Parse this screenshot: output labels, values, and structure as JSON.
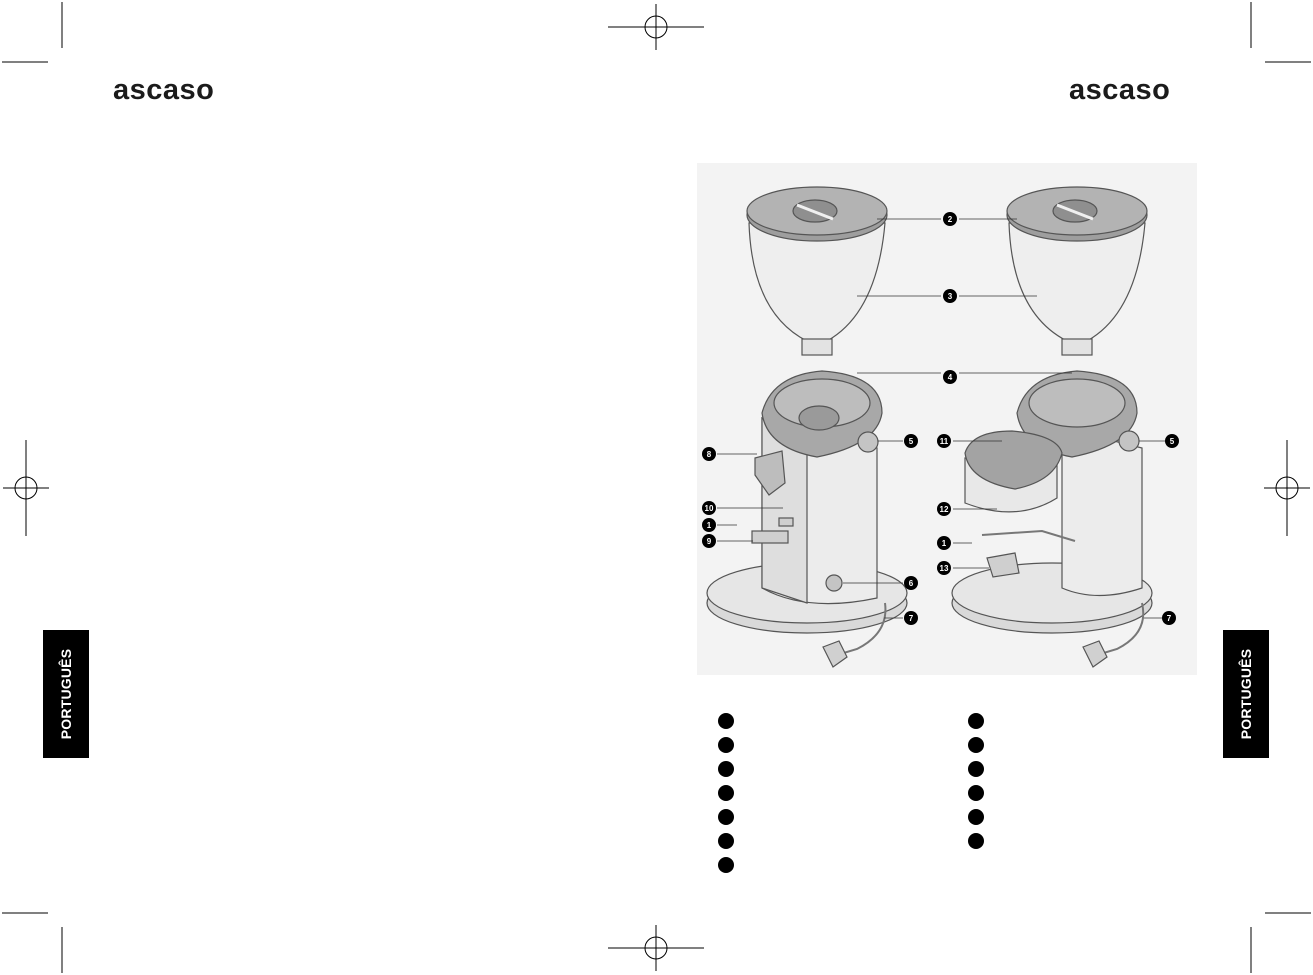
{
  "brand": {
    "logo_left": "ascaso",
    "logo_right": "ascaso"
  },
  "side_tab": {
    "left": "PORTUGUÊS",
    "right": "PORTUGUÊS"
  },
  "figure": {
    "callouts": [
      "1",
      "2",
      "3",
      "4",
      "5",
      "6",
      "7",
      "8",
      "9",
      "10",
      "11",
      "12",
      "13"
    ]
  },
  "legend": {
    "left_count": 7,
    "right_count": 6
  },
  "colors": {
    "tab_bg": "#000000",
    "figure_bg": "#f3f3f3",
    "part_fill": "#e6e6e6",
    "lid_fill": "#a9a9a9"
  }
}
